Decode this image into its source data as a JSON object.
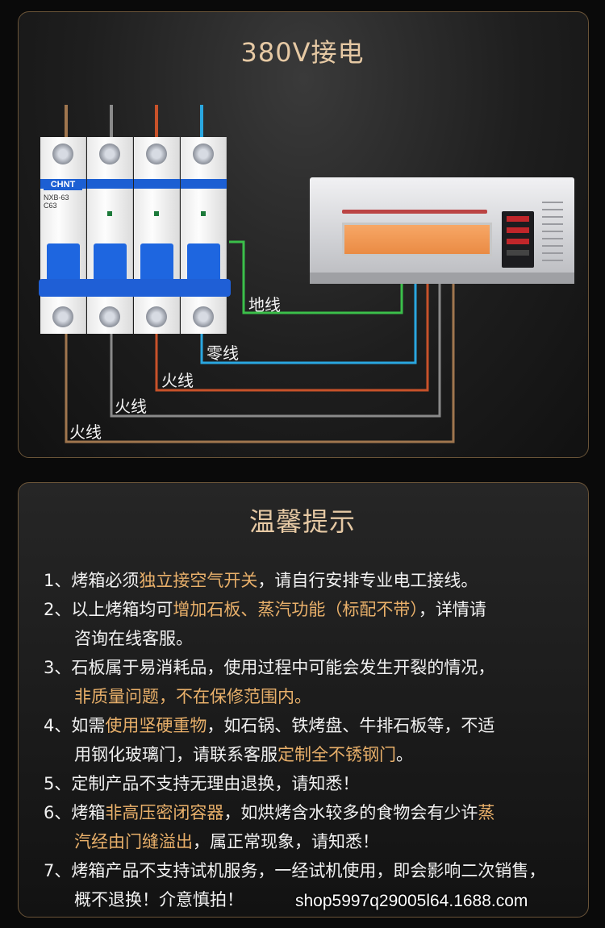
{
  "wiring_section": {
    "title": "380V接电",
    "breaker_brand": "CHNT",
    "breaker_model": [
      "NXB-63",
      "C63"
    ],
    "labels": {
      "ground": "地线",
      "neutral": "零线",
      "live1": "火线",
      "live2": "火线",
      "live3": "火线"
    },
    "colors": {
      "ground": "#3bbf4a",
      "neutral": "#2aa7e0",
      "live1": "#c8522a",
      "live2": "#8a8a8a",
      "live3": "#a0764e"
    }
  },
  "tips_section": {
    "title": "温馨提示",
    "items": [
      {
        "parts": [
          [
            "1、烤箱必须",
            false
          ],
          [
            "独立接空气开关",
            true
          ],
          [
            "，请自行安排专业电工接线。",
            false
          ]
        ],
        "line2": []
      },
      {
        "parts": [
          [
            "2、以上烤箱均可",
            false
          ],
          [
            "增加石板、蒸汽功能（标配不带）",
            true
          ],
          [
            "，详情请",
            false
          ]
        ],
        "line2": [
          [
            "咨询在线客服。",
            false
          ]
        ]
      },
      {
        "parts": [
          [
            "3、石板属于易消耗品，使用过程中可能会发生开裂的情况，",
            false
          ]
        ],
        "line2": [
          [
            "非质量问题，不在保修范围内。",
            true
          ]
        ]
      },
      {
        "parts": [
          [
            "4、如需",
            false
          ],
          [
            "使用坚硬重物",
            true
          ],
          [
            "，如石锅、铁烤盘、牛排石板等，不适",
            false
          ]
        ],
        "line2": [
          [
            "用钢化玻璃门，请联系客服",
            false
          ],
          [
            "定制全不锈钢门",
            true
          ],
          [
            "。",
            false
          ]
        ]
      },
      {
        "parts": [
          [
            "5、定制产品不支持无理由退换，请知悉！",
            false
          ]
        ],
        "line2": []
      },
      {
        "parts": [
          [
            "6、烤箱",
            false
          ],
          [
            "非高压密闭容器",
            true
          ],
          [
            "，如烘烤含水较多的食物会有少许",
            false
          ],
          [
            "蒸",
            true
          ]
        ],
        "line2": [
          [
            "汽经由门缝溢出",
            true
          ],
          [
            "，属正常现象，请知悉！",
            false
          ]
        ]
      },
      {
        "parts": [
          [
            "7、烤箱产品不支持试机服务，一经试机使用，即会影响二次销售，",
            false
          ]
        ],
        "line2": [
          [
            "概不退换！介意慎拍！",
            false
          ]
        ]
      }
    ]
  },
  "watermark": "shop5997q29005l64.1688.com"
}
